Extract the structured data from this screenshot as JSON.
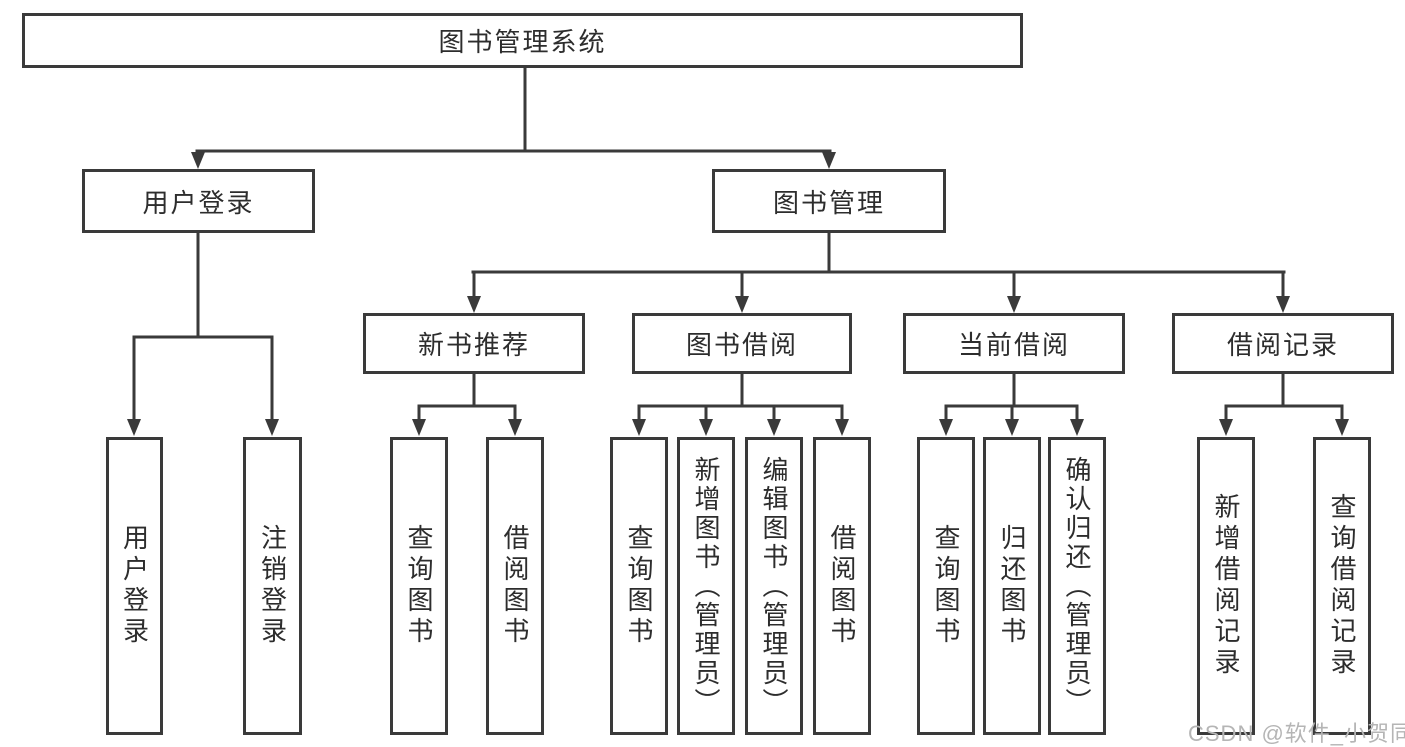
{
  "diagram": {
    "root": {
      "label": "图书管理系统"
    },
    "branches": [
      {
        "label": "用户登录",
        "children": [
          {
            "label": "用户登录"
          },
          {
            "label": "注销登录"
          }
        ]
      },
      {
        "label": "图书管理",
        "children": [
          {
            "label": "新书推荐",
            "children": [
              {
                "label": "查询图书"
              },
              {
                "label": "借阅图书"
              }
            ]
          },
          {
            "label": "图书借阅",
            "children": [
              {
                "label": "查询图书"
              },
              {
                "label": "新增图书（管理员）"
              },
              {
                "label": "编辑图书（管理员）"
              },
              {
                "label": "借阅图书"
              }
            ]
          },
          {
            "label": "当前借阅",
            "children": [
              {
                "label": "查询图书"
              },
              {
                "label": "归还图书"
              },
              {
                "label": "确认归还（管理员）"
              }
            ]
          },
          {
            "label": "借阅记录",
            "children": [
              {
                "label": "新增借阅记录"
              },
              {
                "label": "查询借阅记录"
              }
            ]
          }
        ]
      }
    ]
  },
  "watermark": {
    "text": "CSDN @软件_小贺同学"
  },
  "colors": {
    "background": "#ffffff",
    "line": "#3a3a3a",
    "text": "#2d2d2d",
    "watermark": "#b5b5b5"
  }
}
